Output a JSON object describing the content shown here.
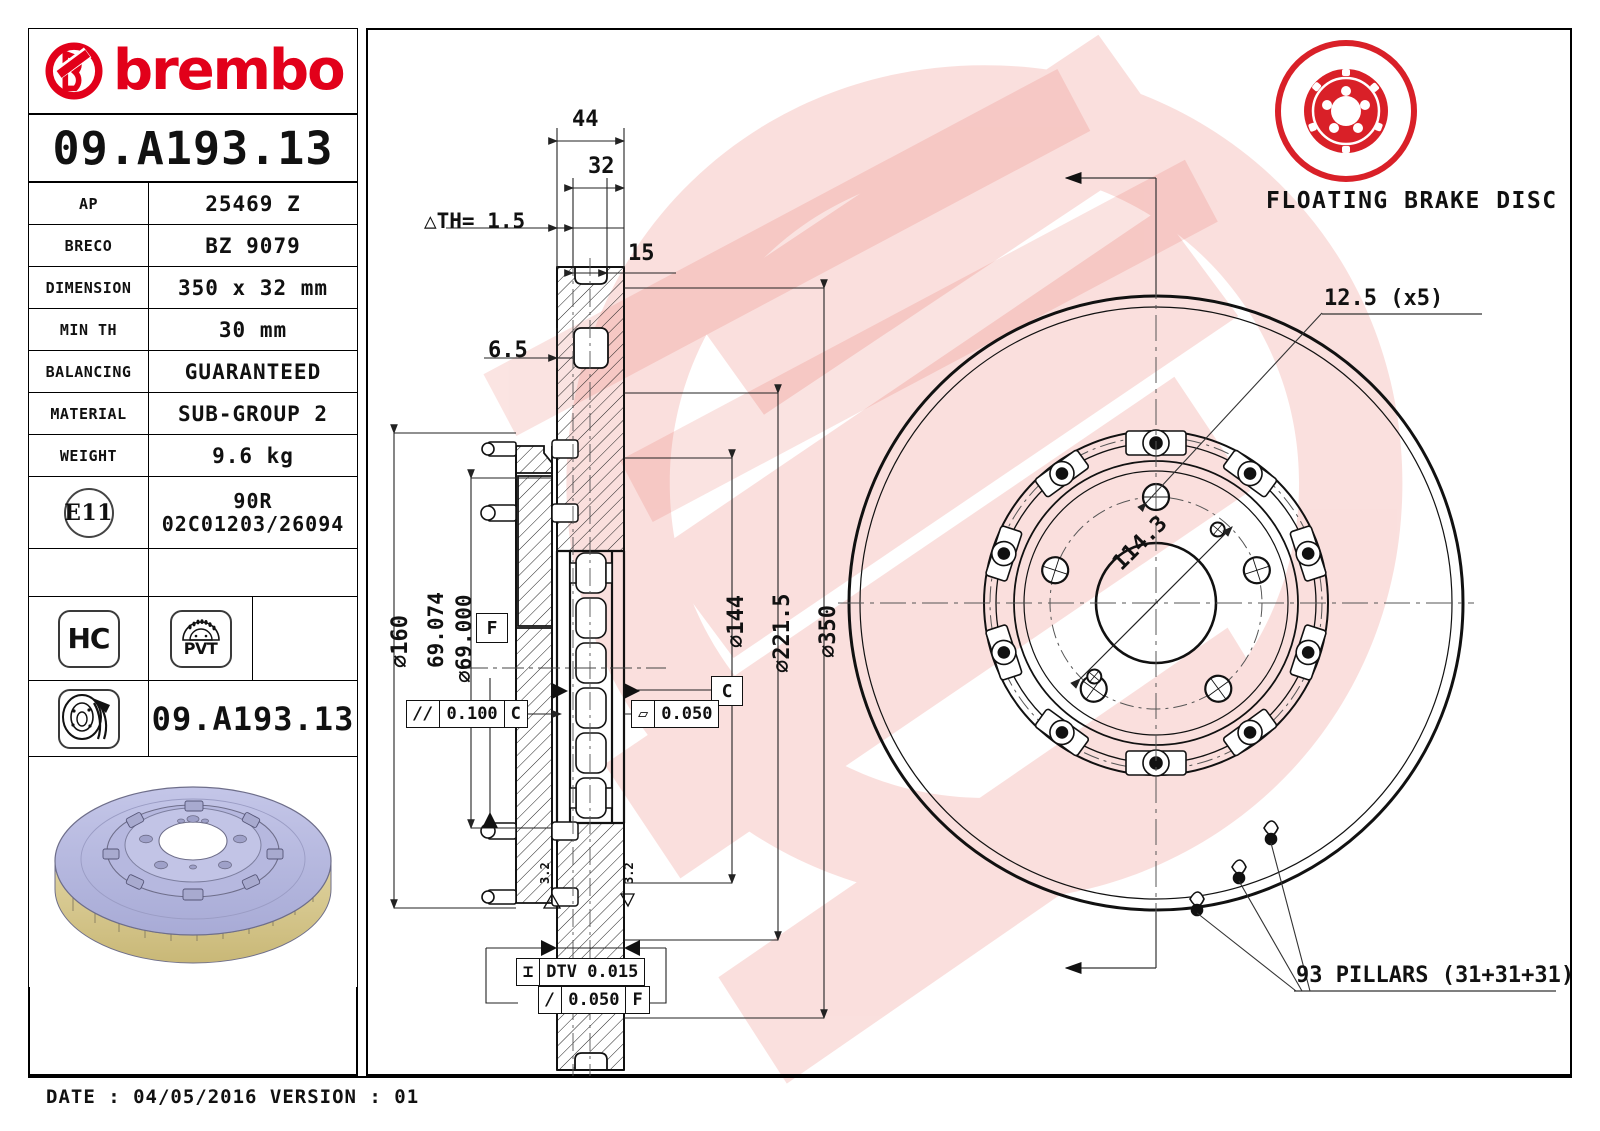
{
  "brand": {
    "name": "brembo",
    "logo_color": "#e2001a",
    "mark_icon": "brembo-b-mark-icon"
  },
  "part_code": "09.A193.13",
  "spec_table": [
    {
      "label": "AP",
      "value": "25469 Z"
    },
    {
      "label": "BRECO",
      "value": "BZ 9079"
    },
    {
      "label": "DIMENSION",
      "value": "350 x 32 mm"
    },
    {
      "label": "MIN TH",
      "value": "30 mm"
    },
    {
      "label": "BALANCING",
      "value": "GUARANTEED"
    },
    {
      "label": "MATERIAL",
      "value": "SUB-GROUP 2"
    },
    {
      "label": "WEIGHT",
      "value": "9.6 kg"
    }
  ],
  "homologation": {
    "badge": "E11",
    "line1": "90R",
    "line2": "02C01203/26094"
  },
  "icons": {
    "hc": "HC",
    "pvt": "PVT",
    "disc_part_icon": "brake-disc-icon"
  },
  "part_code_bottom": "09.A193.13",
  "product_photo": {
    "alt": "brake-disc-3d-render",
    "body_color": "#b9bbe0",
    "vane_color": "#d9c98d"
  },
  "footer": {
    "date_version": "DATE : 04/05/2016 VERSION : 01",
    "date": "04/05/2016",
    "version": "01"
  },
  "right_header": {
    "title": "FLOATING BRAKE DISC",
    "logo_icon": "floating-brake-disc-icon",
    "logo_color": "#d92028"
  },
  "drawing": {
    "section_dims": [
      {
        "name": "overall-width",
        "text": "44"
      },
      {
        "name": "disc-thickness",
        "text": "32"
      },
      {
        "name": "th-tolerance",
        "text": "△TH= 1.5"
      },
      {
        "name": "offset-15",
        "text": "15"
      },
      {
        "name": "offset-6-5",
        "text": "6.5"
      }
    ],
    "diameters_left": [
      {
        "name": "dia-160",
        "text": "⌀160"
      },
      {
        "name": "dia-69-074",
        "text": "69.074"
      },
      {
        "name": "dia-69-000",
        "text": "⌀69.000"
      }
    ],
    "diameters_right": [
      {
        "name": "dia-144",
        "text": "⌀144"
      },
      {
        "name": "dia-221-5",
        "text": "⌀221.5"
      },
      {
        "name": "dia-350",
        "text": "⌀350"
      }
    ],
    "datums": [
      {
        "name": "datum-f",
        "text": "F"
      },
      {
        "name": "datum-c",
        "text": "C"
      }
    ],
    "tolerance_frames": [
      {
        "name": "parallelism-frame",
        "symbol": "//",
        "value": "0.100",
        "datum": "C"
      },
      {
        "name": "flatness-frame",
        "symbol": "▱",
        "value": "0.050",
        "datum": ""
      },
      {
        "name": "dtv-frame",
        "symbol": "⌶",
        "value": "DTV 0.015",
        "datum": ""
      },
      {
        "name": "runout-frame",
        "symbol": "/",
        "value": "0.050",
        "datum": "F"
      }
    ],
    "roughness": [
      {
        "name": "roughness-left",
        "text": "3.2"
      },
      {
        "name": "roughness-right",
        "text": "3.2"
      }
    ],
    "face_annotations": [
      {
        "name": "hole-dia-callout",
        "text": "12.5 (x5)"
      },
      {
        "name": "bolt-circle-dim",
        "text": "114.3"
      },
      {
        "name": "pillars-callout",
        "text": "93 PILLARS (31+31+31)"
      }
    ]
  }
}
